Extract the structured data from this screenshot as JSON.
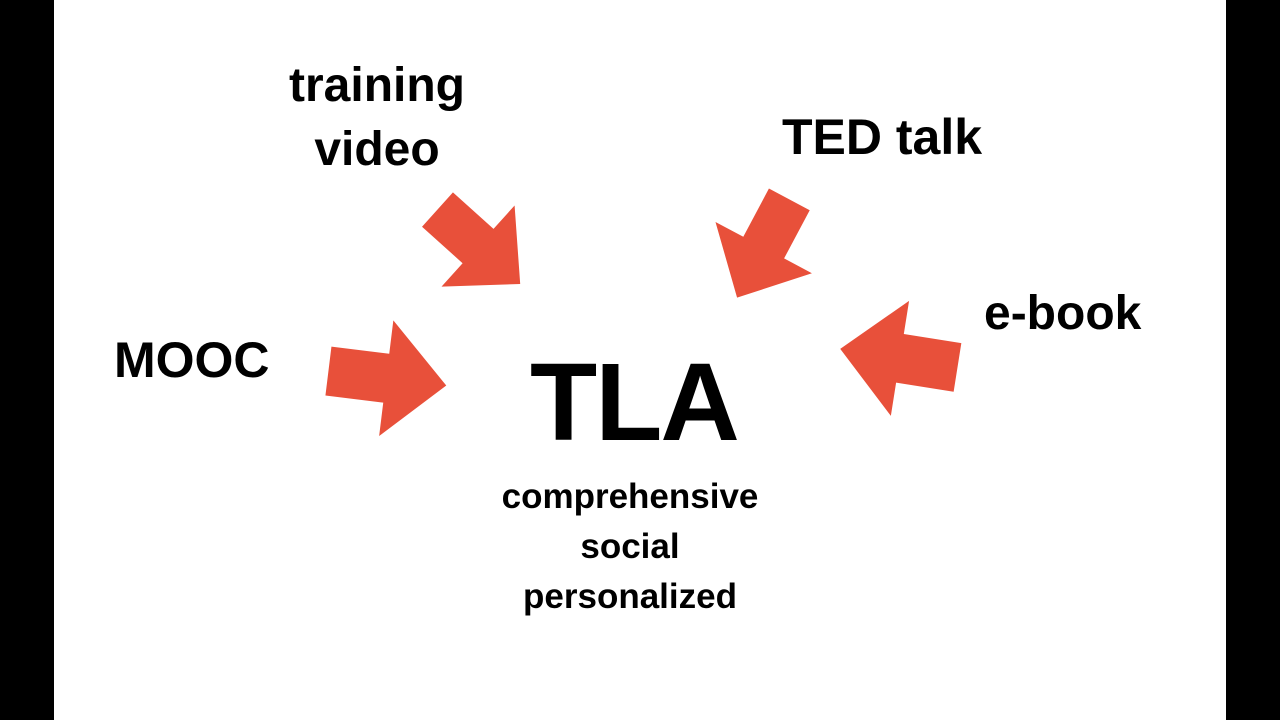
{
  "slide": {
    "background_color": "#ffffff",
    "frame_color": "#000000",
    "arrow_color": "#e8503a"
  },
  "sources": {
    "training_video_line1": "training",
    "training_video_line2": "video",
    "ted_talk": "TED talk",
    "ebook": "e-book",
    "mooc": "MOOC"
  },
  "center": {
    "title": "TLA",
    "attributes": [
      "comprehensive",
      "social",
      "personalized"
    ]
  }
}
